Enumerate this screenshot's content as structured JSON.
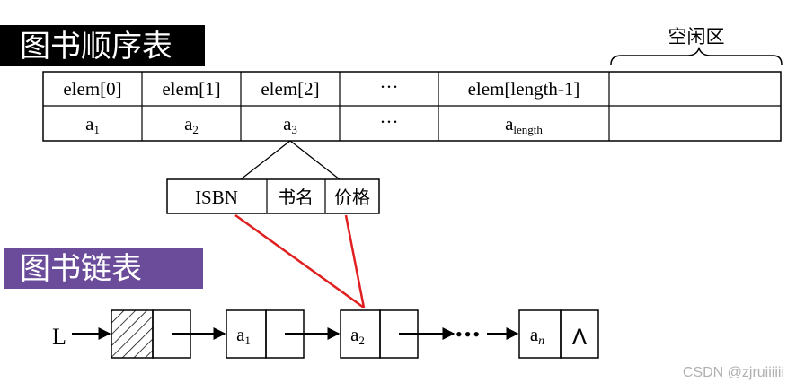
{
  "seq": {
    "banner_title": "图书顺序表",
    "banner_color": "#000000",
    "free_label": "空闲区",
    "header": [
      "elem[0]",
      "elem[1]",
      "elem[2]",
      "···",
      "elem[length-1]",
      ""
    ],
    "values": [
      {
        "base": "a",
        "sub": "1"
      },
      {
        "base": "a",
        "sub": "2"
      },
      {
        "base": "a",
        "sub": "3"
      },
      {
        "base": "···",
        "sub": ""
      },
      {
        "base": "a",
        "sub": "length"
      },
      {
        "base": "",
        "sub": ""
      }
    ],
    "record_fields": [
      "ISBN",
      "书名",
      "价格"
    ]
  },
  "linked": {
    "banner_title": "图书链表",
    "banner_color": "#6b4c9a",
    "head_label": "L",
    "nodes": [
      {
        "base": "a",
        "sub": "1"
      },
      {
        "base": "a",
        "sub": "2"
      },
      {
        "base": "a",
        "sub": "n"
      }
    ],
    "ellipsis": "•••",
    "null_symbol": "Λ",
    "highlight_color": "#e02020"
  },
  "watermark": "CSDN @zjruiiiiii"
}
